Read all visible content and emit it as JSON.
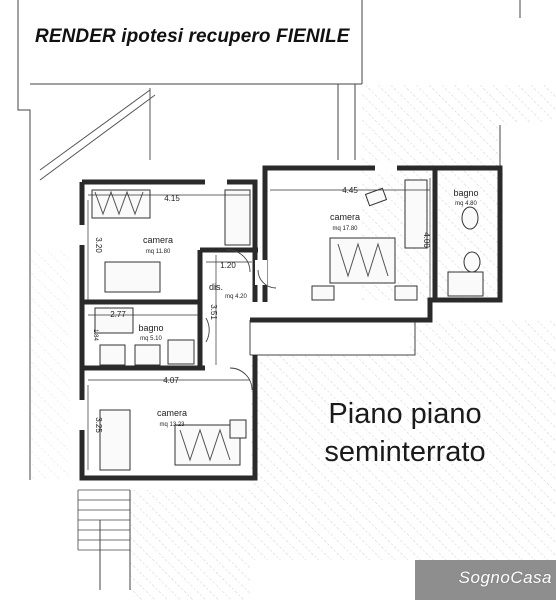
{
  "title": "RENDER ipotesi recupero FIENILE",
  "caption_line1": "Piano piano",
  "caption_line2": "seminterrato",
  "watermark": "SognoCasa",
  "rooms": [
    {
      "name": "camera",
      "area": "mq 11.80"
    },
    {
      "name": "camera",
      "area": "mq 17.80"
    },
    {
      "name": "bagno",
      "area": "mq 4.80"
    },
    {
      "name": "dis.",
      "area": "mq 4.20"
    },
    {
      "name": "bagno",
      "area": "mq 5.10"
    },
    {
      "name": "camera",
      "area": "mq 13.23"
    }
  ],
  "dimensions": [
    "4.15",
    "3.20",
    "1.20",
    "4.45",
    "4.00",
    "2.77",
    "1.84",
    "3.51",
    "4.07",
    "3.25"
  ]
}
